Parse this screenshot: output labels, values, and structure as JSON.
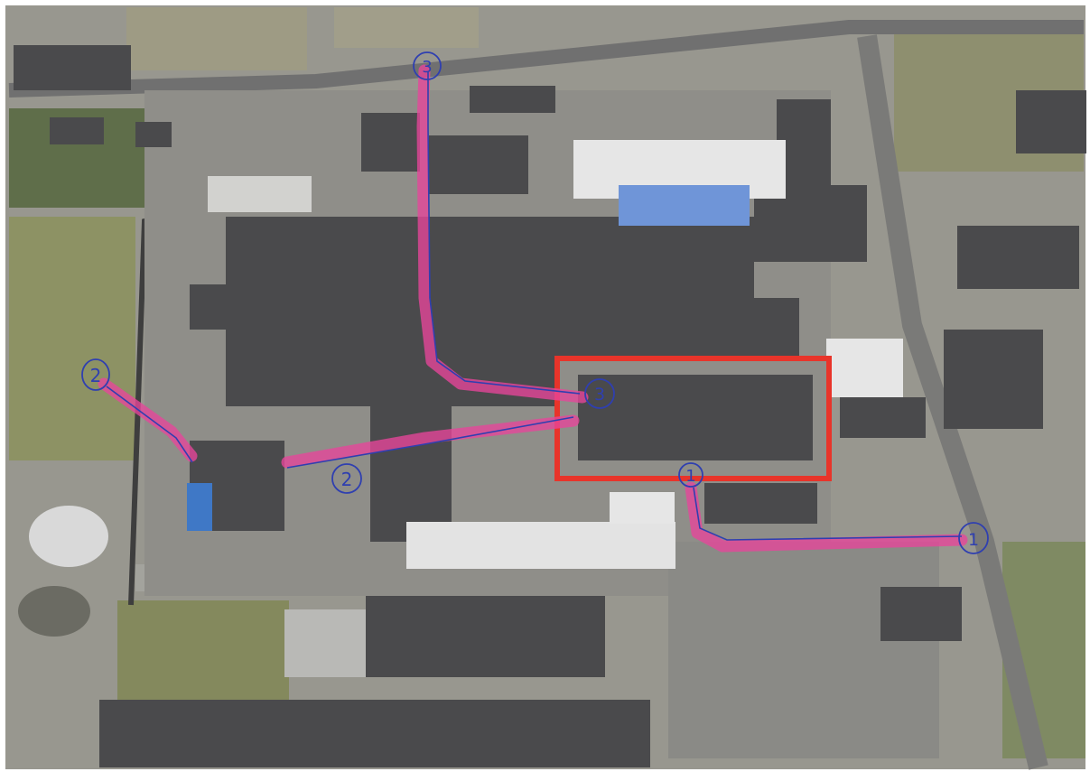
{
  "map": {
    "route_labels": {
      "route_1_start": "1",
      "route_1_end": "1",
      "route_2_start": "2",
      "route_2_mid": "2",
      "route_3_start": "3",
      "route_3_end": "3"
    },
    "colors": {
      "route_highlight": "#e8459b",
      "route_line": "#2f3fb0",
      "target_box": "#e8342a",
      "roof_dark": "#4a4a4c",
      "roof_light": "#e6e6e6",
      "roof_blue": "#6f95d8",
      "ground": "#9a9a94",
      "grass": "#8d9264"
    }
  }
}
